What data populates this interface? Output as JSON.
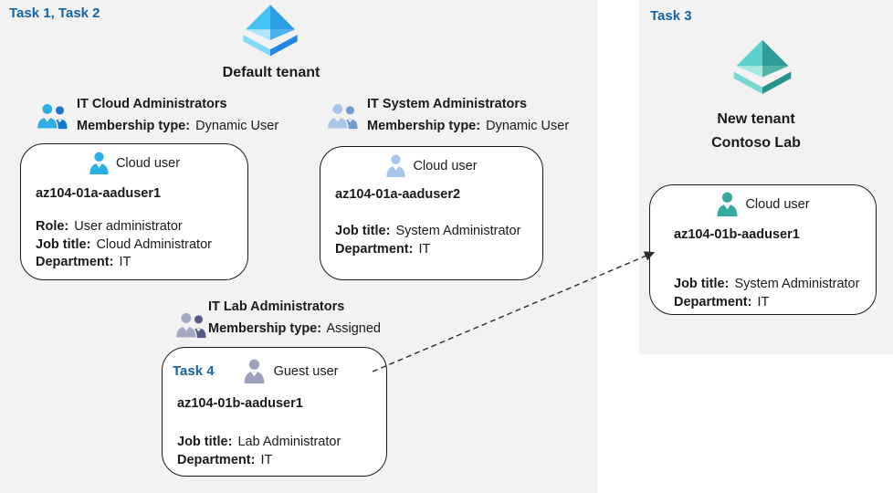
{
  "left_panel": {
    "task_label": "Task 1, Task 2",
    "tenant_title": "Default tenant",
    "groups": [
      {
        "name": "IT Cloud Administrators",
        "membership_label": "Membership type:",
        "membership_value": "Dynamic User"
      },
      {
        "name": "IT System Administrators",
        "membership_label": "Membership type:",
        "membership_value": "Dynamic User"
      },
      {
        "name": "IT Lab Administrators",
        "membership_label": "Membership type:",
        "membership_value": "Assigned"
      }
    ],
    "cards": [
      {
        "user_type": "Cloud user",
        "name": "az104-01a-aaduser1",
        "fields": [
          {
            "label": "Role:",
            "value": "User administrator"
          },
          {
            "label": "Job title:",
            "value": "Cloud Administrator"
          },
          {
            "label": "Department:",
            "value": "IT"
          }
        ]
      },
      {
        "user_type": "Cloud user",
        "name": "az104-01a-aaduser2",
        "fields": [
          {
            "label": "Job title:",
            "value": "System Administrator"
          },
          {
            "label": "Department:",
            "value": "IT"
          }
        ]
      },
      {
        "task_label": "Task 4",
        "user_type": "Guest user",
        "name": "az104-01b-aaduser1",
        "fields": [
          {
            "label": "Job title:",
            "value": "Lab Administrator"
          },
          {
            "label": "Department:",
            "value": "IT"
          }
        ]
      }
    ]
  },
  "right_panel": {
    "task_label": "Task 3",
    "tenant_title_line1": "New tenant",
    "tenant_title_line2": "Contoso Lab",
    "card": {
      "user_type": "Cloud user",
      "name": "az104-01b-aaduser1",
      "fields": [
        {
          "label": "Job title:",
          "value": "System Administrator"
        },
        {
          "label": "Department:",
          "value": "IT"
        }
      ]
    }
  },
  "colors": {
    "panel_bg": "#f2f2f2",
    "task_label_blue": "#1464a5",
    "text": "#1a1a1a",
    "card_border": "#1a1a1a",
    "arrow": "#2b2b2b",
    "tenant_icon_blue": {
      "face_ul": "#44c2f3",
      "face_ur": "#2d9ee5",
      "face_ll": "#aee6fb",
      "face_lr": "#4bb1eb",
      "rim_left": "#83daf8",
      "rim_right": "#1f88e0"
    },
    "tenant_icon_teal": {
      "face_ul": "#5ad0c9",
      "face_ur": "#2f9c95",
      "face_ll": "#a9e7e2",
      "face_lr": "#4fb3ac",
      "rim_left": "#79d9d2",
      "rim_right": "#27928b"
    },
    "group_icon_cloud": {
      "primary": "#2fafe6",
      "secondary": "#1579d3"
    },
    "group_icon_system": {
      "primary": "#a9c6e8",
      "secondary": "#6f9bd3"
    },
    "group_icon_lab": {
      "primary": "#a4a8c2",
      "secondary": "#565b86"
    },
    "user_icon_cloud1": "#2bb0e6",
    "user_icon_cloud2": "#a5c5e9",
    "user_icon_guest": "#9da1bd",
    "user_icon_teal": "#37a9a1"
  }
}
